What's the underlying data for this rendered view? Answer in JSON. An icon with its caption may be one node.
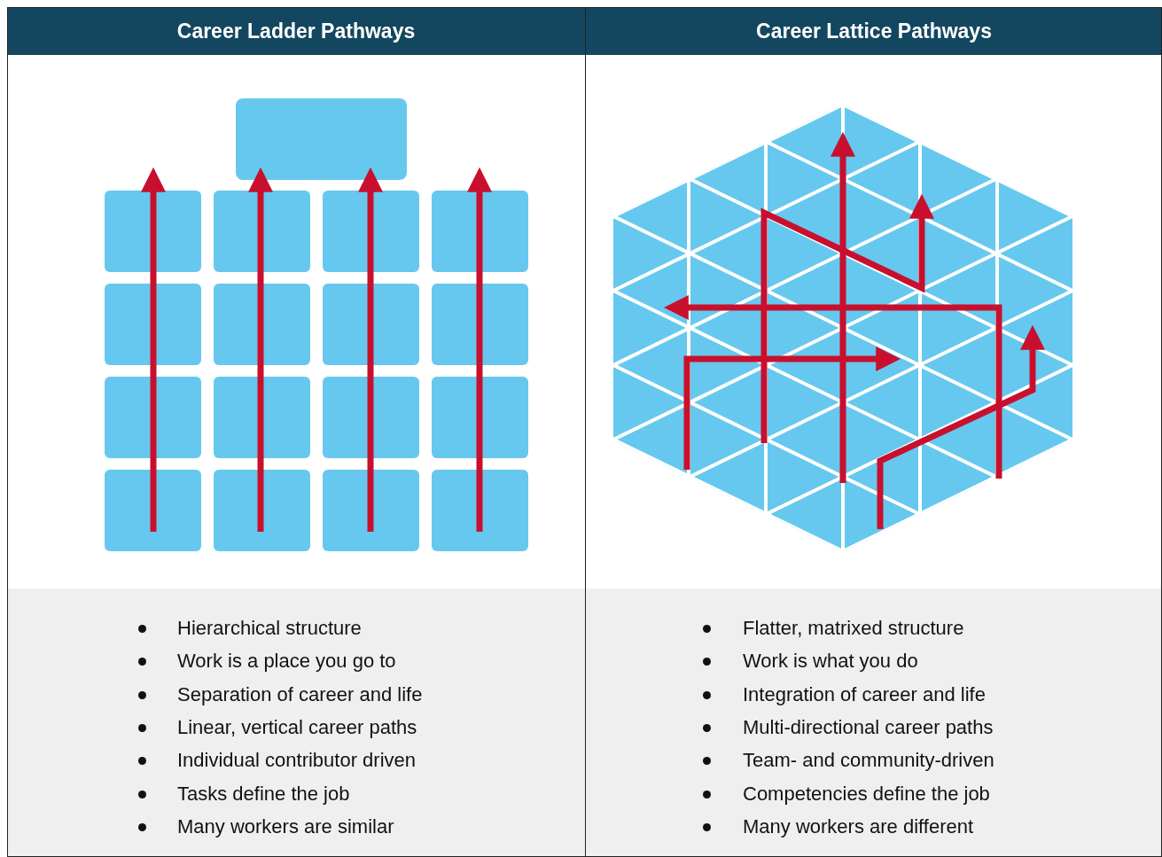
{
  "diagram": {
    "labels": [
      "Career Ladder Pathways",
      "Career Lattice Pathways",
      "Hierarchical structure",
      "Work is a place you go to",
      "Separation of career and life",
      "Linear, vertical career paths",
      "Individual contributor driven",
      "Tasks define the job",
      "Many workers are similar",
      "Flatter, matrixed structure",
      "Work is what you do",
      "Integration of career and life",
      "Multi-directional career paths",
      "Team- and community-driven",
      "Competencies define the job",
      "Many workers are different"
    ]
  }
}
